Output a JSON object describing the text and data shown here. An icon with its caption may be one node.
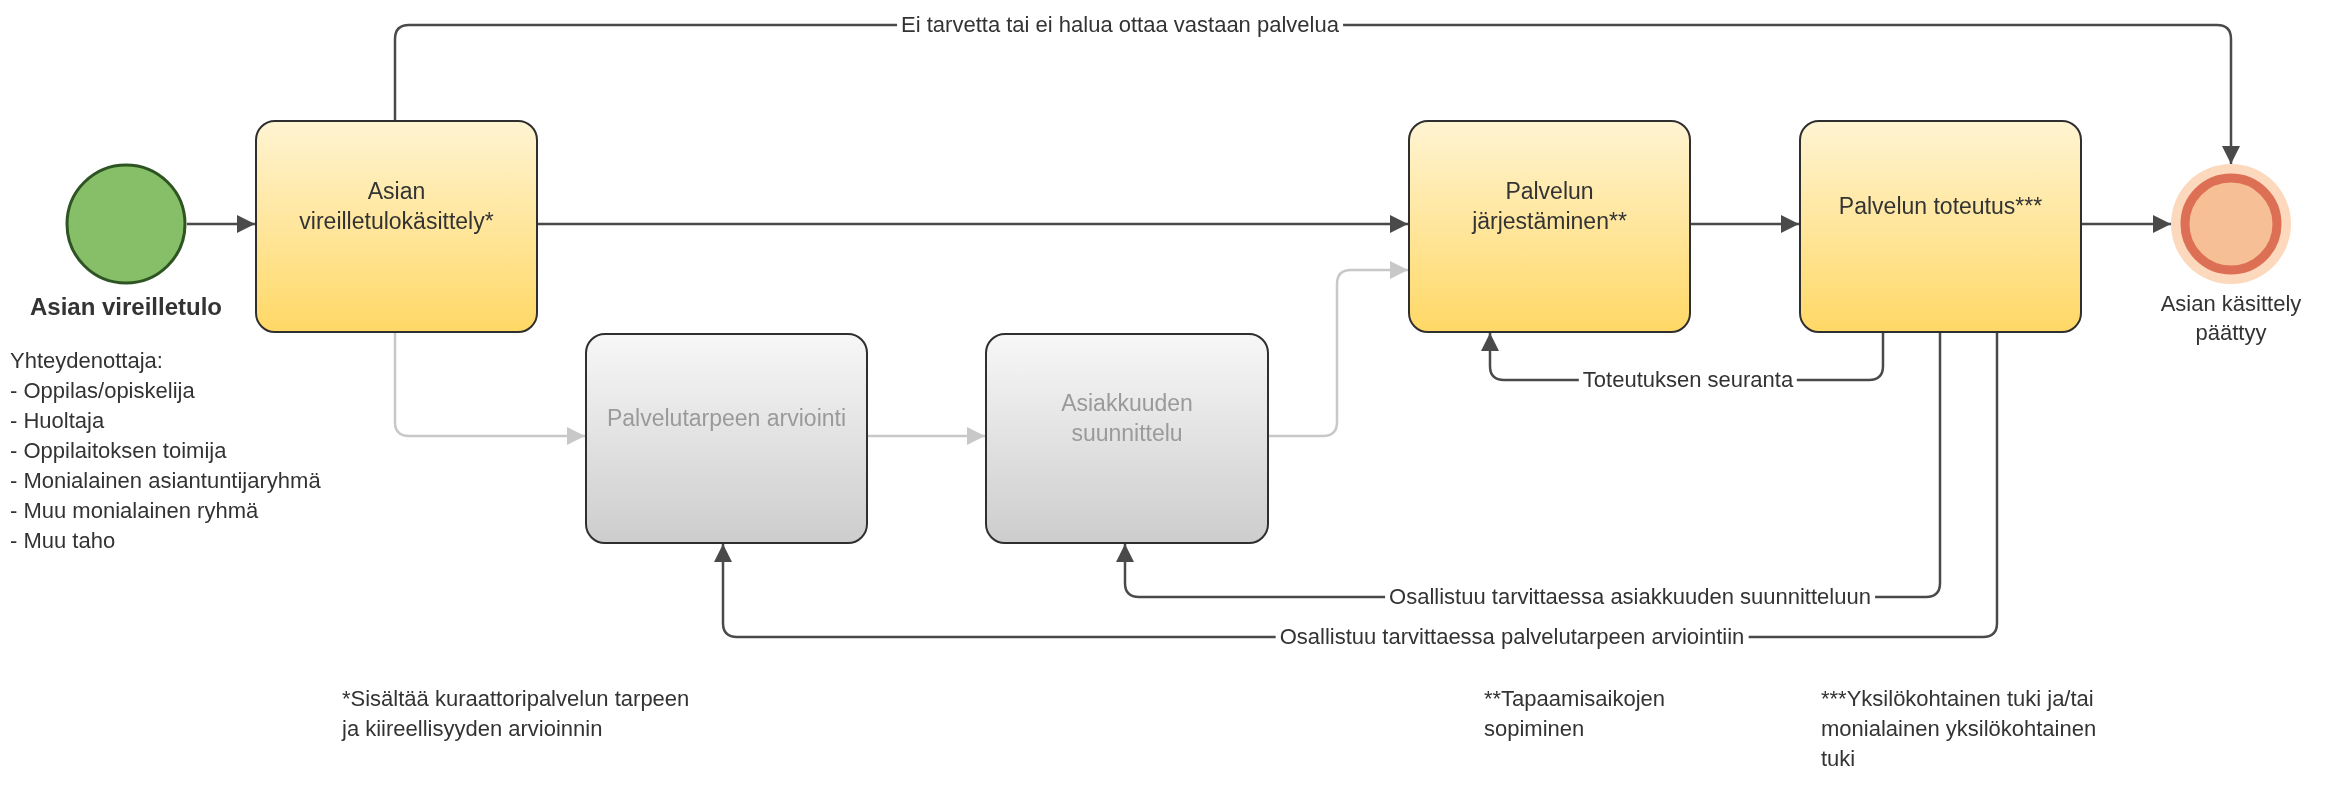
{
  "diagram": {
    "nodes": [
      {
        "text": [
          "Asian vireilletulo"
        ],
        "beside": [
          "Yhteydenottaja:",
          "- Oppilas/opiskelija",
          "- Huoltaja",
          "- Oppilaitoksen toimija",
          "- Monialainen asiantuntijaryhmä",
          "- Muu monialainen ryhmä",
          "- Muu taho"
        ]
      },
      {
        "text": [
          "Asian vireilletulokäsittely*"
        ]
      },
      {
        "text": [
          "Palvelutarpeen arviointi"
        ]
      },
      {
        "text": [
          "Asiakkuuden suunnittelu"
        ]
      },
      {
        "text": [
          "Palvelun järjestäminen**"
        ]
      },
      {
        "text": [
          "Palvelun toteutus***"
        ]
      },
      {
        "text": [
          "Asian käsittely päättyy"
        ]
      }
    ],
    "edges": [
      {
        "from": 0,
        "to": 1,
        "arrow": "to"
      },
      {
        "from": 1,
        "to": 6,
        "arrow": "to",
        "label": "Ei tarvetta tai ei halua ottaa vastaan palvelua"
      },
      {
        "from": 1,
        "to": 4,
        "arrow": "to"
      },
      {
        "from": 1,
        "to": 2,
        "arrow": "to",
        "color": "#c8c8c8"
      },
      {
        "from": 2,
        "to": 3,
        "arrow": "to",
        "color": "#c8c8c8"
      },
      {
        "from": 3,
        "to": 4,
        "arrow": "to",
        "color": "#c8c8c8"
      },
      {
        "from": 4,
        "to": 5,
        "arrow": "to"
      },
      {
        "from": 5,
        "to": 6,
        "arrow": "to"
      },
      {
        "from": 5,
        "to": 4,
        "arrow": "to",
        "label": "Toteutuksen seuranta"
      },
      {
        "from": 5,
        "to": 3,
        "arrow": "to",
        "label": "Osallistuu tarvittaessa asiakkuuden suunnitteluun"
      },
      {
        "from": 5,
        "to": 2,
        "arrow": "to",
        "label": "Osallistuu tarvittaessa palvelutarpeen arviointiin"
      }
    ],
    "labels": [
      "*Sisältää kuraattoripalvelun tarpeen ja kiireellisyyden arvioinnin",
      "**Tapaamisaikojen sopiminen",
      "***Yksilökohtainen tuki ja/tai monialainen yksilökohtainen tuki"
    ]
  }
}
